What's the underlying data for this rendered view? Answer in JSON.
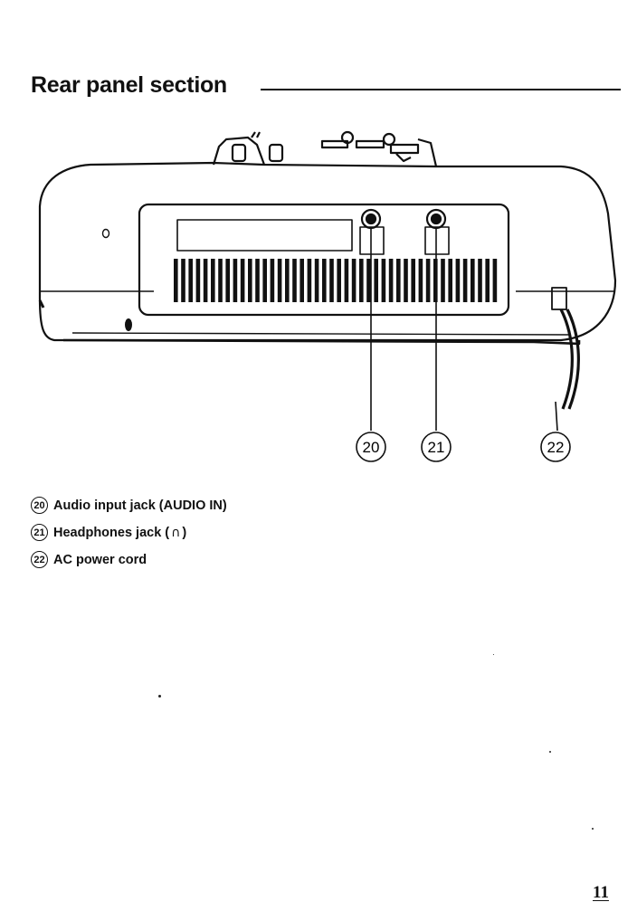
{
  "section": {
    "title": "Rear panel section"
  },
  "callouts": [
    {
      "number": "20",
      "label": "Audio input jack (AUDIO IN)"
    },
    {
      "number": "21",
      "label": "Headphones jack (",
      "glyph": "∩",
      "suffix": ")"
    },
    {
      "number": "22",
      "label": "AC power cord"
    }
  ],
  "page": {
    "number": "11"
  }
}
